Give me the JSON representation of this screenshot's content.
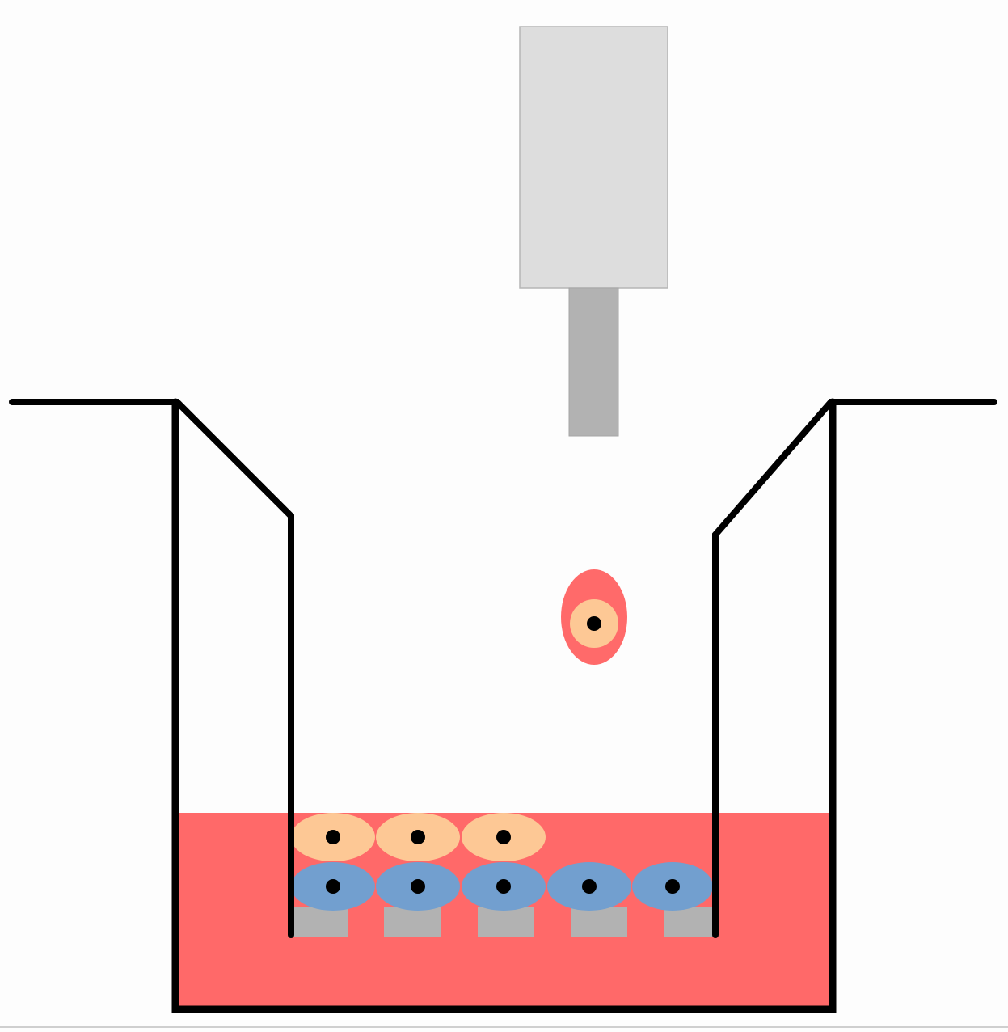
{
  "diagram": {
    "type": "transwell-cell-culture-schematic",
    "colors": {
      "background": "#fdfdfd",
      "medium": "#ff6969",
      "well_wall": "#000000",
      "pipette_body": "#dddddd",
      "pipette_body_border": "#b5b5b5",
      "pipette_tip": "#b2b2b2",
      "pipette_tip_border": "#a5a5a5",
      "upper_cell": "#fdc895",
      "lower_cell": "#729fcf",
      "nucleus": "#000000",
      "membrane_pore": "#b2b2b2",
      "migrating_cell_outer": "#ff6a6a",
      "migrating_cell_inner": "#fdc895",
      "frame_line": "#cfcfcf"
    },
    "components": {
      "pipette": {
        "icon": "pipette-icon"
      },
      "outer_well": {
        "icon": "well-icon"
      },
      "insert": {
        "icon": "transwell-insert-icon"
      },
      "upper_cell_layer": {
        "count": 3
      },
      "lower_cell_layer": {
        "count": 5
      },
      "membrane_pores": {
        "count": 5
      },
      "migrating_cell": {
        "count": 1
      }
    }
  }
}
